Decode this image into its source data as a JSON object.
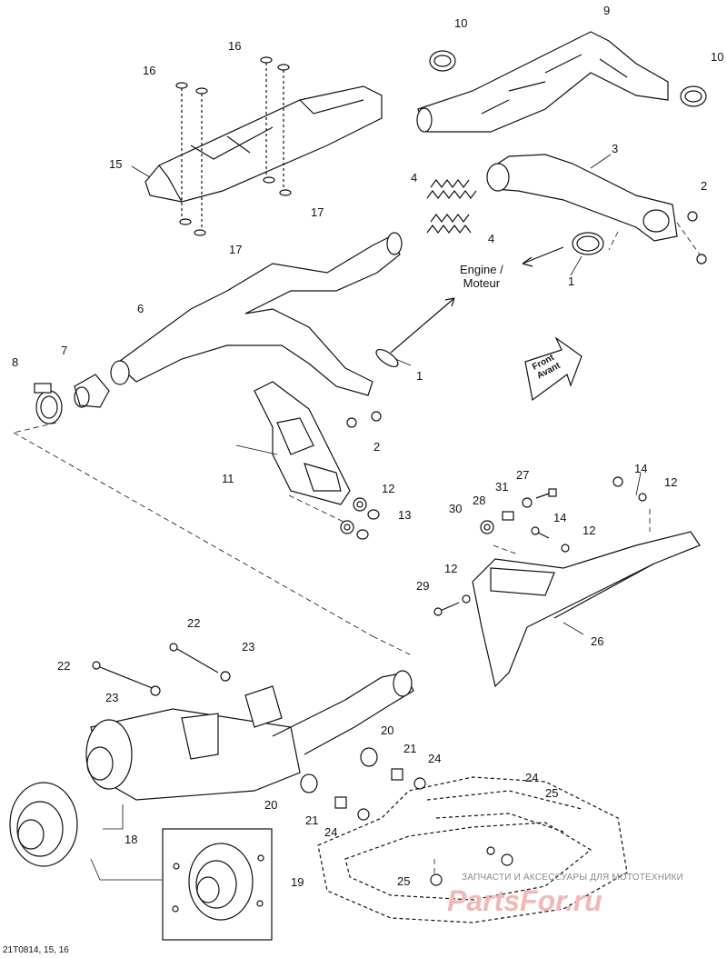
{
  "engine_label": {
    "line1": "Engine /",
    "line2": "Moteur"
  },
  "front_label": {
    "line1": "Front",
    "line2": "Avant"
  },
  "figure_code": "21T0814, 15, 16",
  "watermark": {
    "tagline": "ЗАПЧАСТИ И АКСЕССУАРЫ ДЛЯ МОТОТЕХНИКИ",
    "logo": "PartsFor.ru"
  },
  "callouts": {
    "c1a": "1",
    "c1b": "1",
    "c2a": "2",
    "c2b": "2",
    "c3": "3",
    "c4a": "4",
    "c4b": "4",
    "c6": "6",
    "c7": "7",
    "c8": "8",
    "c9": "9",
    "c10a": "10",
    "c10b": "10",
    "c11": "11",
    "c12a": "12",
    "c12b": "12",
    "c12c": "12",
    "c12d": "12",
    "c13": "13",
    "c14a": "14",
    "c14b": "14",
    "c15": "15",
    "c16a": "16",
    "c16b": "16",
    "c17a": "17",
    "c17b": "17",
    "c18": "18",
    "c19": "19",
    "c20a": "20",
    "c20b": "20",
    "c21a": "21",
    "c21b": "21",
    "c22a": "22",
    "c22b": "22",
    "c23a": "23",
    "c23b": "23",
    "c24a": "24",
    "c24b": "24",
    "c24c": "24",
    "c25a": "25",
    "c25b": "25",
    "c26": "26",
    "c27": "27",
    "c28": "28",
    "c29": "29",
    "c30": "30",
    "c31": "31"
  }
}
